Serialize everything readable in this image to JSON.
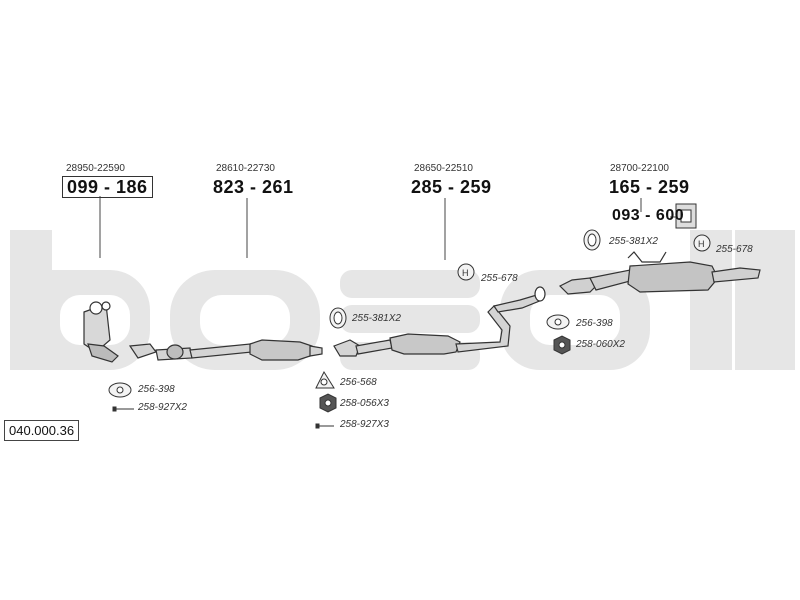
{
  "watermark": "bosal",
  "catalog_code": "040.000.36",
  "colors": {
    "watermark": "#e6e6e6",
    "line": "#444444",
    "part_fill": "#cfcfcf"
  },
  "groups": [
    {
      "ref": "28950-22590",
      "part": "099 - 186"
    },
    {
      "ref": "28610-22730",
      "part": "823 - 261"
    },
    {
      "ref": "28650-22510",
      "part": "285 - 259"
    },
    {
      "ref": "28700-22100",
      "part": "165 - 259",
      "extra": "093 - 600"
    }
  ],
  "fittings": {
    "a1": "256-398",
    "a2": "258-927X2",
    "b1": "255-381X2",
    "b2": "256-568",
    "b3": "258-056X3",
    "b4": "258-927X3",
    "c1": "255-678",
    "d1": "255-381X2",
    "d2": "255-678",
    "d3": "256-398",
    "d4": "258-060X2"
  },
  "icons": {
    "gasket": "gasket-icon",
    "bolt": "bolt-icon",
    "hanger": "hanger-icon",
    "nut": "nut-icon",
    "clamp": "clamp-icon"
  }
}
